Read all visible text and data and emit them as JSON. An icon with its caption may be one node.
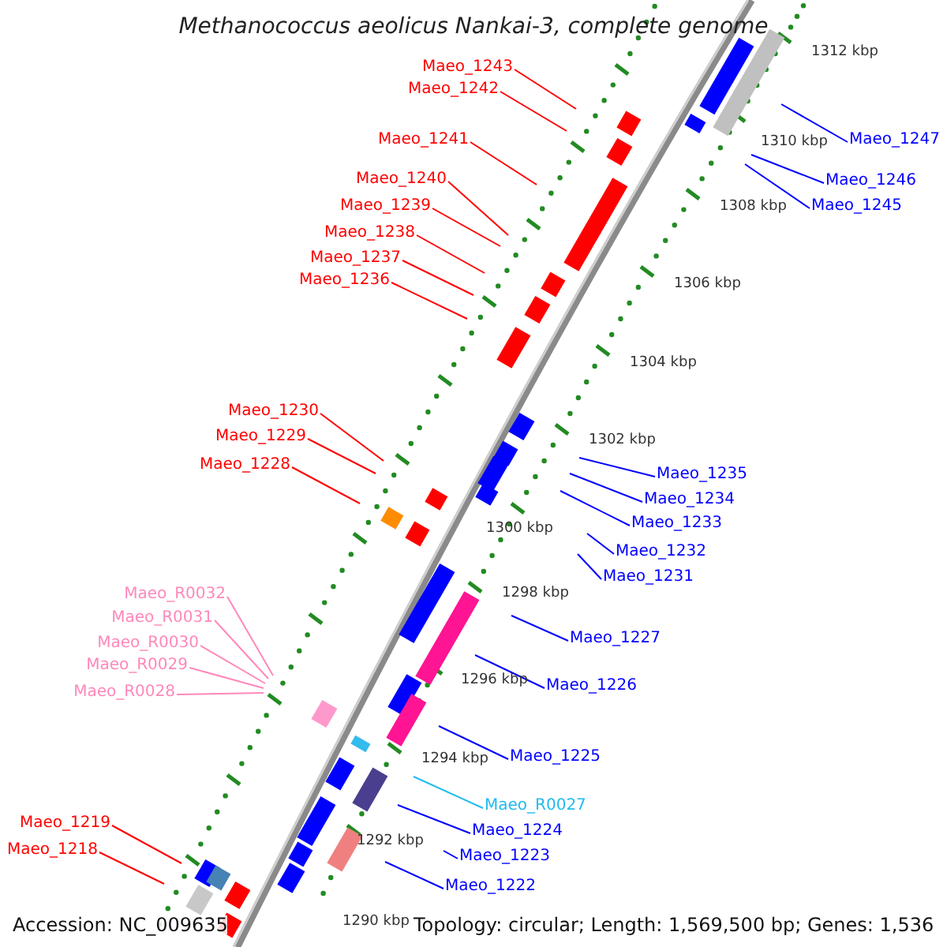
{
  "diagram": {
    "title": "Methanococcus aeolicus Nankai-3, complete genome",
    "nodes": [
      {
        "text": [
          "Maeo_1243"
        ]
      },
      {
        "text": [
          "Maeo_1242"
        ]
      },
      {
        "text": [
          "Maeo_1241"
        ]
      },
      {
        "text": [
          "Maeo_1240"
        ]
      },
      {
        "text": [
          "Maeo_1239"
        ]
      },
      {
        "text": [
          "Maeo_1238"
        ]
      },
      {
        "text": [
          "Maeo_1237"
        ]
      },
      {
        "text": [
          "Maeo_1236"
        ]
      },
      {
        "text": [
          "Maeo_1247"
        ]
      },
      {
        "text": [
          "Maeo_1246"
        ]
      },
      {
        "text": [
          "Maeo_1245"
        ]
      },
      {
        "text": [
          "Maeo_1230"
        ]
      },
      {
        "text": [
          "Maeo_1229"
        ]
      },
      {
        "text": [
          "Maeo_1228"
        ]
      },
      {
        "text": [
          "Maeo_1235"
        ]
      },
      {
        "text": [
          "Maeo_1234"
        ]
      },
      {
        "text": [
          "Maeo_1233"
        ]
      },
      {
        "text": [
          "Maeo_1232"
        ]
      },
      {
        "text": [
          "Maeo_1231"
        ]
      },
      {
        "text": [
          "Maeo_R0032"
        ]
      },
      {
        "text": [
          "Maeo_R0031"
        ]
      },
      {
        "text": [
          "Maeo_R0030"
        ]
      },
      {
        "text": [
          "Maeo_R0029"
        ]
      },
      {
        "text": [
          "Maeo_R0028"
        ]
      },
      {
        "text": [
          "Maeo_1227"
        ]
      },
      {
        "text": [
          "Maeo_1226"
        ]
      },
      {
        "text": [
          "Maeo_1225"
        ]
      },
      {
        "text": [
          "Maeo_R0027"
        ]
      },
      {
        "text": [
          "Maeo_1224"
        ]
      },
      {
        "text": [
          "Maeo_1223"
        ]
      },
      {
        "text": [
          "Maeo_1222"
        ]
      },
      {
        "text": [
          "Maeo_1219"
        ]
      },
      {
        "text": [
          "Maeo_1218"
        ]
      }
    ],
    "edges": [
      {
        "from": 0,
        "to": null,
        "arrow": "none",
        "color": "#ff0000"
      },
      {
        "from": 1,
        "to": null,
        "arrow": "none",
        "color": "#ff0000"
      },
      {
        "from": 2,
        "to": null,
        "arrow": "none",
        "color": "#ff0000"
      },
      {
        "from": 3,
        "to": null,
        "arrow": "none",
        "color": "#ff0000"
      },
      {
        "from": 4,
        "to": null,
        "arrow": "none",
        "color": "#ff0000"
      },
      {
        "from": 5,
        "to": null,
        "arrow": "none",
        "color": "#ff0000"
      },
      {
        "from": 6,
        "to": null,
        "arrow": "none",
        "color": "#ff0000"
      },
      {
        "from": 7,
        "to": null,
        "arrow": "none",
        "color": "#ff0000"
      },
      {
        "from": 8,
        "to": null,
        "arrow": "none",
        "color": "#0000ff"
      },
      {
        "from": 9,
        "to": null,
        "arrow": "none",
        "color": "#0000ff"
      },
      {
        "from": 10,
        "to": null,
        "arrow": "none",
        "color": "#0000ff"
      },
      {
        "from": 11,
        "to": null,
        "arrow": "none",
        "color": "#ff0000"
      },
      {
        "from": 12,
        "to": null,
        "arrow": "none",
        "color": "#ff0000"
      },
      {
        "from": 13,
        "to": null,
        "arrow": "none",
        "color": "#ff0000"
      },
      {
        "from": 14,
        "to": null,
        "arrow": "none",
        "color": "#0000ff"
      },
      {
        "from": 15,
        "to": null,
        "arrow": "none",
        "color": "#0000ff"
      },
      {
        "from": 16,
        "to": null,
        "arrow": "none",
        "color": "#0000ff"
      },
      {
        "from": 17,
        "to": null,
        "arrow": "none",
        "color": "#0000ff"
      },
      {
        "from": 18,
        "to": null,
        "arrow": "none",
        "color": "#0000ff"
      },
      {
        "from": 19,
        "to": null,
        "arrow": "none",
        "color": "#ff88bb"
      },
      {
        "from": 20,
        "to": null,
        "arrow": "none",
        "color": "#ff88bb"
      },
      {
        "from": 21,
        "to": null,
        "arrow": "none",
        "color": "#ff88bb"
      },
      {
        "from": 22,
        "to": null,
        "arrow": "none",
        "color": "#ff88bb"
      },
      {
        "from": 23,
        "to": null,
        "arrow": "none",
        "color": "#ff88bb"
      },
      {
        "from": 24,
        "to": null,
        "arrow": "none",
        "color": "#0000ff"
      },
      {
        "from": 25,
        "to": null,
        "arrow": "none",
        "color": "#0000ff"
      },
      {
        "from": 26,
        "to": null,
        "arrow": "none",
        "color": "#0000ff"
      },
      {
        "from": 27,
        "to": null,
        "arrow": "none",
        "color": "#22bbee"
      },
      {
        "from": 28,
        "to": null,
        "arrow": "none",
        "color": "#0000ff"
      },
      {
        "from": 29,
        "to": null,
        "arrow": "none",
        "color": "#0000ff"
      },
      {
        "from": 30,
        "to": null,
        "arrow": "none",
        "color": "#0000ff"
      },
      {
        "from": 31,
        "to": null,
        "arrow": "none",
        "color": "#ff0000"
      },
      {
        "from": 32,
        "to": null,
        "arrow": "none",
        "color": "#ff0000"
      }
    ],
    "labels": [
      "1312 kbp",
      "1310 kbp",
      "1308 kbp",
      "1306 kbp",
      "1304 kbp",
      "1302 kbp",
      "1300 kbp",
      "1298 kbp",
      "1296 kbp",
      "1294 kbp",
      "1292 kbp",
      "1290 kbp",
      "Accession: NC_009635",
      "Topology: circular; Length: 1,569,500 bp; Genes: 1,536"
    ]
  }
}
